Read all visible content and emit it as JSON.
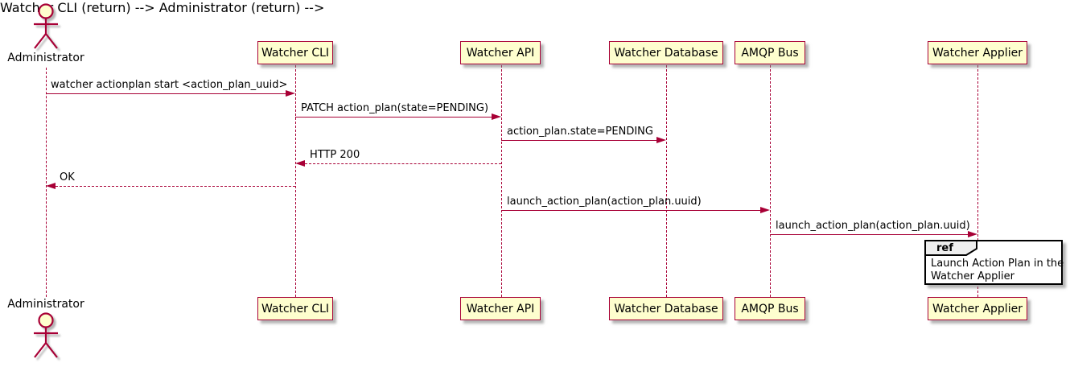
{
  "actor": {
    "name": "Administrator"
  },
  "participants": [
    {
      "label": "Watcher CLI"
    },
    {
      "label": "Watcher API"
    },
    {
      "label": "Watcher Database"
    },
    {
      "label": "AMQP Bus"
    },
    {
      "label": "Watcher Applier"
    }
  ],
  "messages": [
    {
      "text": "watcher actionplan start <action_plan_uuid>",
      "from": "Administrator",
      "to": "Watcher CLI",
      "line": "solid"
    },
    {
      "text": "PATCH action_plan(state=PENDING)",
      "from": "Watcher CLI",
      "to": "Watcher API",
      "line": "solid"
    },
    {
      "text": "action_plan.state=PENDING",
      "from": "Watcher API",
      "to": "Watcher Database",
      "line": "solid"
    },
    {
      "text": "HTTP 200",
      "from": "Watcher API",
      "to": "Watcher CLI",
      "line": "dashed"
    },
    {
      "text": "OK",
      "from": "Watcher CLI",
      "to": "Administrator",
      "line": "dashed"
    },
    {
      "text": "launch_action_plan(action_plan.uuid)",
      "from": "Watcher API",
      "to": "AMQP Bus",
      "line": "solid"
    },
    {
      "text": "launch_action_plan(action_plan.uuid)",
      "from": "AMQP Bus",
      "to": "Watcher Applier",
      "line": "solid"
    }
  ],
  "ref": {
    "keyword": "ref",
    "line1": "Launch Action Plan in the",
    "line2": "Watcher Applier"
  },
  "colors": {
    "participant_fill": "#FEFECE",
    "stroke": "#A80036",
    "text": "#000000",
    "ref_border": "#000000",
    "ref_header_fill": "#EEEEEE",
    "background": "#FFFFFF"
  }
}
